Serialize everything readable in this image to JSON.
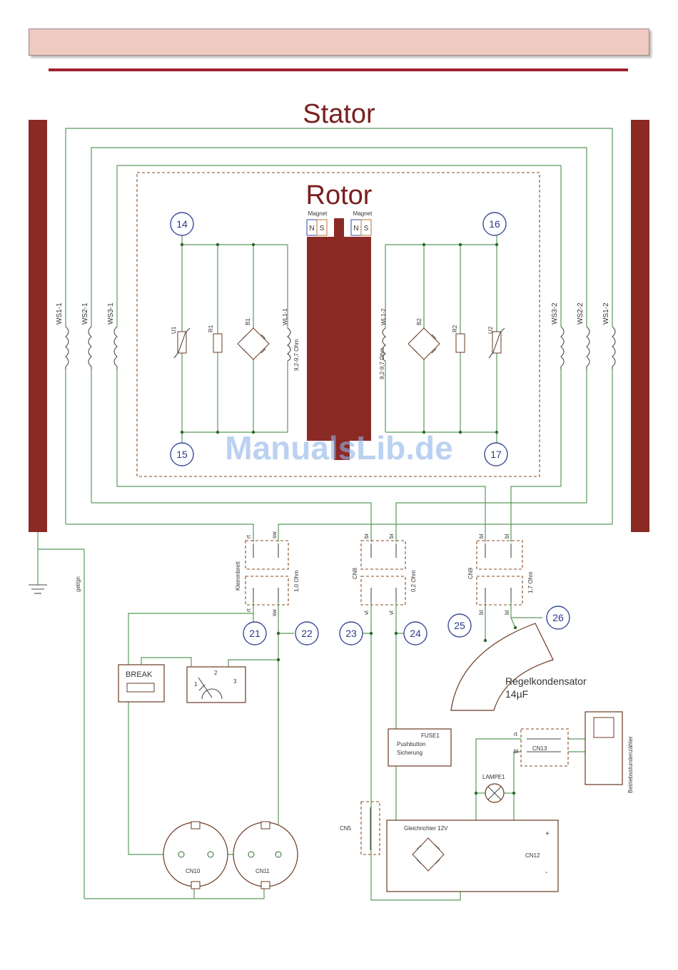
{
  "titles": {
    "stator": "Stator",
    "rotor": "Rotor"
  },
  "magnets": [
    {
      "label": "Magnet",
      "n": "N",
      "s": "S"
    },
    {
      "label": "Magnet",
      "n": "N",
      "s": "S"
    }
  ],
  "windings": {
    "ws1_1": "WS1-1",
    "ws2_1": "WS2-1",
    "ws3_1": "WS3-1",
    "ws1_2": "WS1-2",
    "ws2_2": "WS2-2",
    "ws3_2": "WS3-2",
    "wl1_1": "WL1-1",
    "wl1_2": "WL1-2",
    "wl1_1_ohm": "9,2-9,7 Ohm",
    "wl1_2_ohm": "9,2-9,7 Ohm"
  },
  "components": {
    "u1": "U1",
    "r1": "R1",
    "b1": "B1",
    "b2": "B2",
    "r2": "R2",
    "u2": "U2"
  },
  "nodes": {
    "n14": "14",
    "n15": "15",
    "n16": "16",
    "n17": "17",
    "n21": "21",
    "n22": "22",
    "n23": "23",
    "n24": "24",
    "n25": "25",
    "n26": "26"
  },
  "connectors": {
    "klemmbrett": "Klemmbrett",
    "klemmbrett_ohm": "1,0 Ohm",
    "cn8": "CN8",
    "cn8_ohm": "0,2 Ohm",
    "cn9": "CN9",
    "cn9_ohm": "1,7 Ohm",
    "cn5": "CN5",
    "cn10": "CN10",
    "cn11": "CN11",
    "cn12": "CN12",
    "cn13": "CN13"
  },
  "wire_colors": {
    "rt": "rt",
    "sw": "sw",
    "br": "br",
    "vl": "vl",
    "bl": "bl",
    "gelgn": "gel/gn"
  },
  "capacitor": {
    "name": "Regelkondensator",
    "value": "14µF"
  },
  "break_box": {
    "label": "BREAK"
  },
  "switch_positions": [
    "1",
    "2",
    "3"
  ],
  "fuse": {
    "id": "FUSE1",
    "line1": "Pushbutton",
    "line2": "Sicherung"
  },
  "rectifier": {
    "label": "Gleichrichter 12V",
    "plus": "+",
    "minus": "-"
  },
  "lamp": {
    "label": "LAMPE1"
  },
  "hour_meter": {
    "label": "Betriebsstundenzähler"
  },
  "watermark": "ManualsLib.de"
}
